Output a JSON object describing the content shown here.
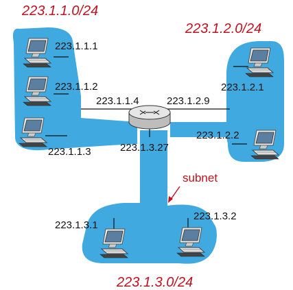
{
  "subnets": {
    "top_left": "223.1.1.0/24",
    "top_right": "223.1.2.0/24",
    "bottom": "223.1.3.0/24"
  },
  "hosts": {
    "h1": "223.1.1.1",
    "h2": "223.1.1.2",
    "h3": "223.1.1.3",
    "h4": "223.1.2.1",
    "h5": "223.1.2.2",
    "h6": "223.1.3.1",
    "h7": "223.1.3.2"
  },
  "router": {
    "if_left": "223.1.1.4",
    "if_right": "223.1.2.9",
    "if_bottom": "223.1.3.27"
  },
  "callout": "subnet",
  "colors": {
    "subnet_fill": "#3fa9e0",
    "label_red": "#c0111f",
    "router_fill": "#e6e6e6"
  }
}
